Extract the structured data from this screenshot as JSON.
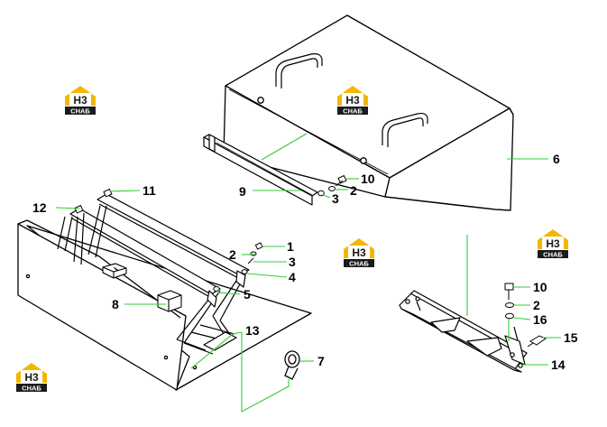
{
  "watermark": {
    "mark": "H3",
    "caption": "CHAБ",
    "colors": {
      "house": "#f2b800",
      "plate": "#1b1b1b",
      "text": "#ffffff"
    }
  },
  "leader_color": "#33cc33",
  "callouts": {
    "n1": "1",
    "n2": "2",
    "n3": "3",
    "n4": "4",
    "n5": "5",
    "n6": "6",
    "n7": "7",
    "n8": "8",
    "n9": "9",
    "n10": "10",
    "n11": "11",
    "n12": "12",
    "n13": "13",
    "n14": "14",
    "n15": "15",
    "n16": "16"
  }
}
